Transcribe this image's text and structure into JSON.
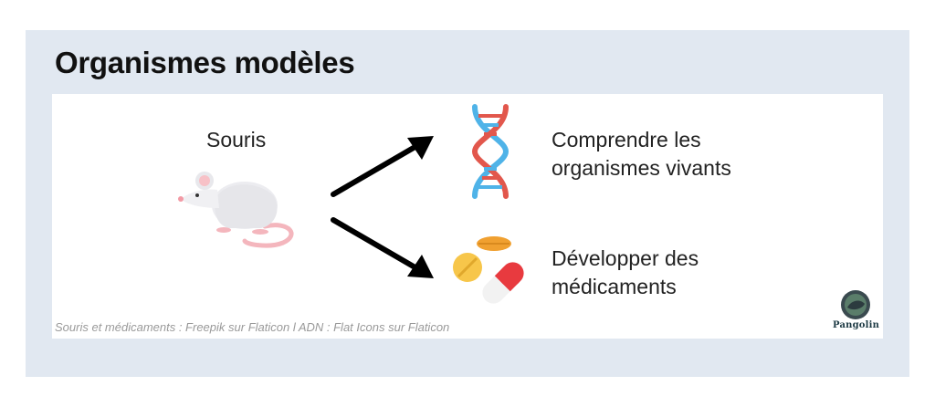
{
  "title": "Organismes modèles",
  "source": {
    "label": "Souris",
    "icon": "mouse-icon"
  },
  "outcomes": [
    {
      "lines": [
        "Comprendre les",
        "organismes vivants"
      ],
      "icon": "dna-icon"
    },
    {
      "lines": [
        "Développer des",
        "médicaments"
      ],
      "icon": "pills-icon"
    }
  ],
  "credits": "Souris et médicaments : Freepik sur Flaticon  l ADN : Flat Icons sur Flaticon",
  "logo": {
    "text": "Pangolin",
    "icon": "pangolin-logo-icon"
  },
  "colors": {
    "background_frame": "#e1e8f1",
    "card": "#ffffff",
    "arrow": "#000000",
    "dna_blue": "#4fb3e8",
    "dna_red": "#e2574c",
    "pill_orange": "#f0a030",
    "pill_red": "#e83a3f"
  }
}
